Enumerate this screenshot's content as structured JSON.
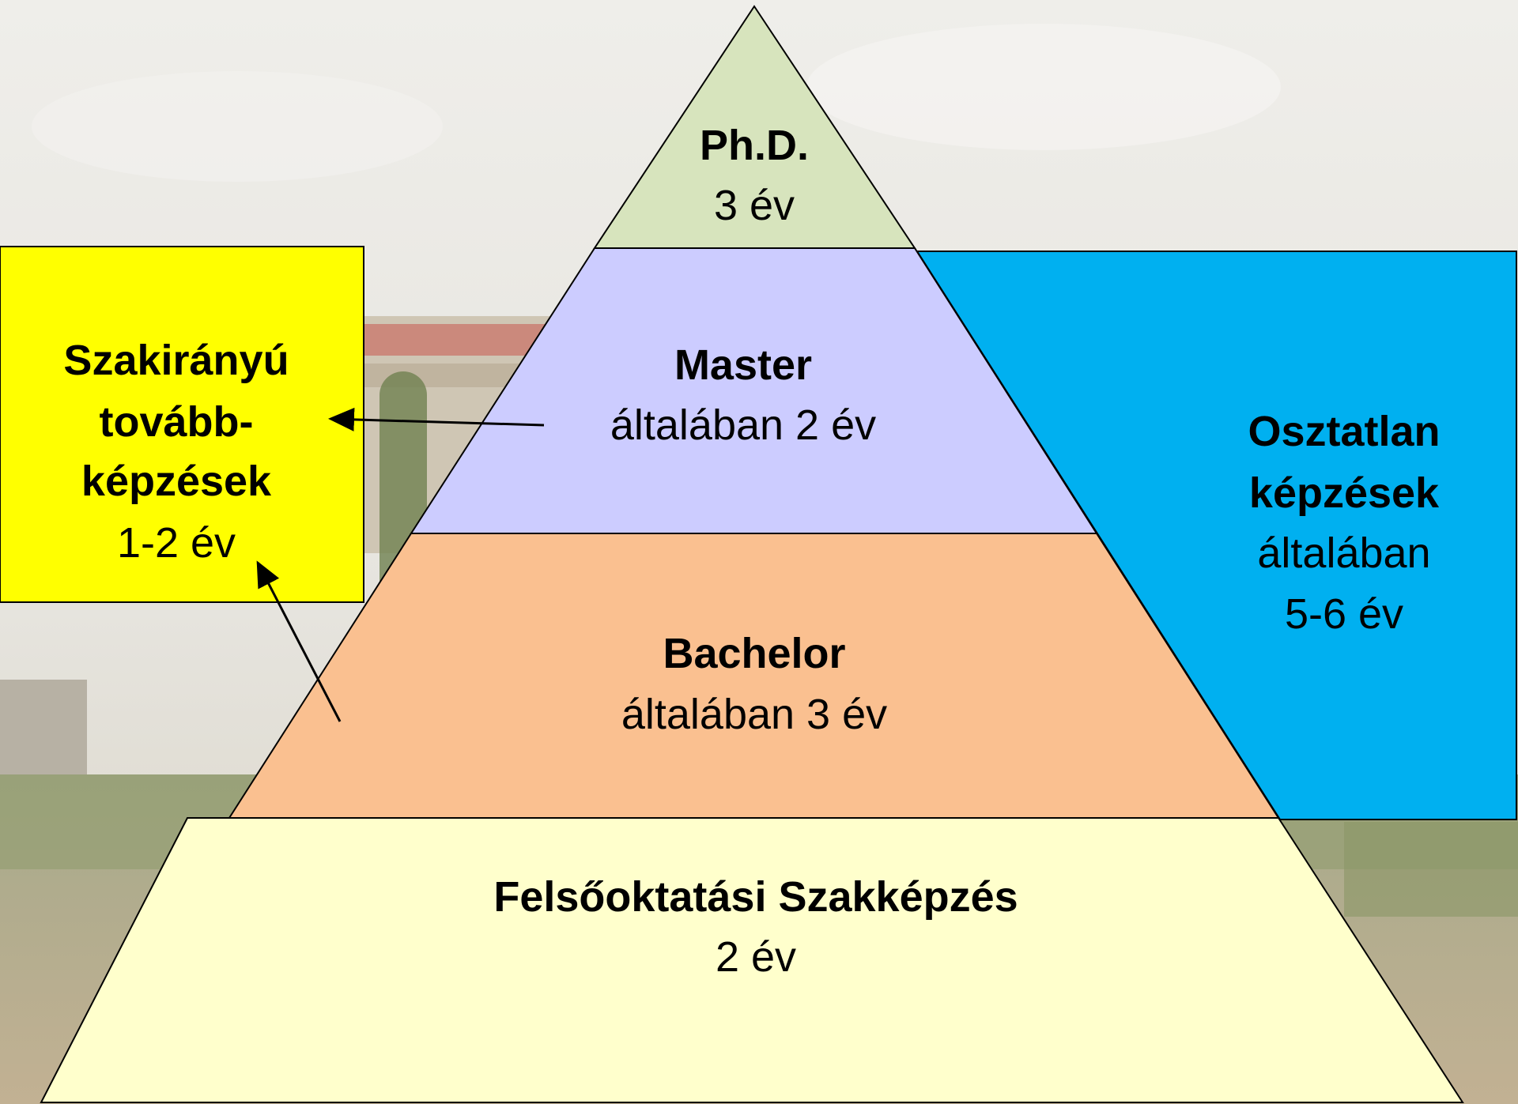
{
  "pyramid": {
    "phd": {
      "title": "Ph.D.",
      "duration": "3 év",
      "color": "#d7e4bd"
    },
    "master": {
      "title": "Master",
      "duration": "általában 2 év",
      "color": "#ccccff"
    },
    "bachelor": {
      "title": "Bachelor",
      "duration": "általában 3 év",
      "color": "#fac090"
    },
    "foundation": {
      "title": "Felsőoktatási Szakképzés",
      "duration": "2 év",
      "color": "#ffffcc"
    }
  },
  "side_left": {
    "line1": "Szakirányú",
    "line2": "tovább-",
    "line3": "képzések",
    "duration": "1-2 év",
    "color": "#ffff00"
  },
  "side_right": {
    "line1": "Osztatlan",
    "line2": "képzések",
    "line3": "általában",
    "duration": "5-6 év",
    "color": "#00b0f0"
  },
  "background": {
    "sky": "#ecebe7",
    "building_roof": "#c9746a",
    "trees": "#7a8b55",
    "ground": "#b8a689"
  }
}
